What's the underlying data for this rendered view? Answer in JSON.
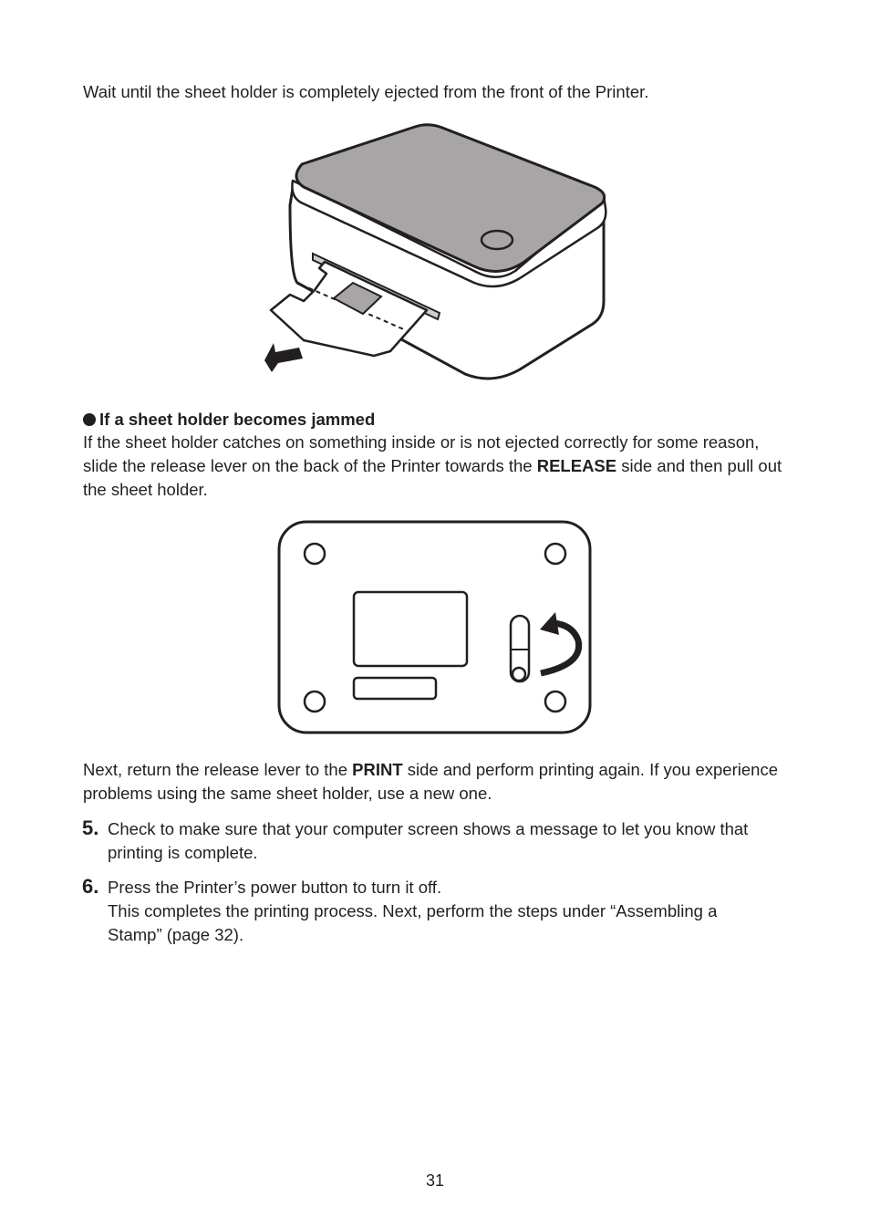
{
  "intro_text": "Wait until the sheet holder is completely ejected from the front of the Printer.",
  "jam_section": {
    "heading": "If a sheet holder becomes jammed",
    "body_before": "If the sheet holder catches on something inside or is not ejected correctly for some reason, slide the release lever on the back of the Printer towards the ",
    "body_bold": "RELEASE",
    "body_after": " side and then pull out the sheet holder."
  },
  "return_text": {
    "before": "Next, return the release lever to the ",
    "bold": "PRINT",
    "after": " side and perform printing again. If you experience problems using the same sheet holder, use a new one."
  },
  "steps": [
    {
      "number": "5.",
      "lines": [
        "Check to make sure that your computer screen shows a message to let you know that printing is complete."
      ]
    },
    {
      "number": "6.",
      "lines": [
        "Press the Printer’s power button to turn it off.",
        "This completes the printing process. Next, perform the steps under “Assembling a Stamp” (page 32)."
      ]
    }
  ],
  "page_number": "31",
  "colors": {
    "text": "#231f20",
    "printer_lid": "#a7a5a6",
    "outline": "#231f20"
  }
}
